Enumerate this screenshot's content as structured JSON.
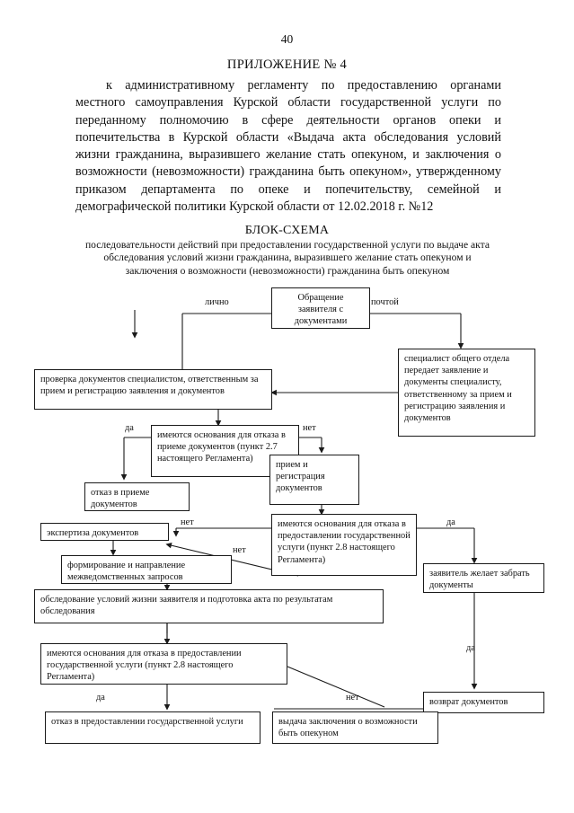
{
  "document": {
    "page_number": "40",
    "appendix_title": "ПРИЛОЖЕНИЕ № 4",
    "intro_paragraph": "к административному регламенту по предоставлению органами местного самоуправления Курской области государственной услуги по переданному полномочию в сфере деятельности органов опеки и попечительства в Курской области «Выдача акта обследования условий жизни гражданина, выразившего желание стать опекуном, и заключения о возможности (невозможности) гражданина быть опекуном», утвержденному приказом департамента по опеке и попечительству, семейной и демографической политики  Курской области от 12.02.2018 г. №12"
  },
  "scheme": {
    "title": "БЛОК-СХЕМА",
    "subtitle": "последовательности действий при предоставлении государственной услуги по выдаче акта обследования условий жизни гражданина, выразившего желание стать опекуном и заключения о возможности (невозможности) гражданина быть опекуном",
    "nodes": {
      "application": "Обращение заявителя с документами",
      "general_dept_specialist": "специалист общего отдела передает заявление и документы специалисту, ответственному за прием и регистрацию заявления и документов",
      "document_check": "проверка документов специалистом, ответственным за прием и регистрацию заявления и документов",
      "refusal_grounds_intake": "имеются основания для отказа в приеме документов (пункт 2.7 настоящего Регламента)",
      "refusal_intake": "отказ в приеме документов",
      "intake_registration": "прием и регистрация документов",
      "expertise": "экспертиза документов",
      "interagency_requests": "формирование и направление межведомственных запросов",
      "refusal_grounds_service_mid": "имеются основания для отказа в предоставлении государственной услуги (пункт 2.8 настоящего Регламента)",
      "applicant_wants_docs_back": "заявитель желает забрать документы",
      "living_conditions_survey": "обследование условий жизни заявителя и подготовка акта по результатам обследования",
      "refusal_grounds_service_final": "имеются основания для отказа в предоставлении государственной услуги (пункт 2.8 настоящего Регламента)",
      "return_documents": "возврат документов",
      "refusal_service": "отказ в предоставлении государственной услуги",
      "issue_conclusion": "выдача заключения о возможности быть опекуном"
    },
    "edge_labels": {
      "in_person": "лично",
      "by_mail": "почтой",
      "yes_intake": "да",
      "no_intake": "нет",
      "no_expertise": "нет",
      "no_mid": "нет",
      "yes_mid": "да",
      "yes_return": "да",
      "yes_final": "да",
      "no_final": "нет"
    }
  }
}
